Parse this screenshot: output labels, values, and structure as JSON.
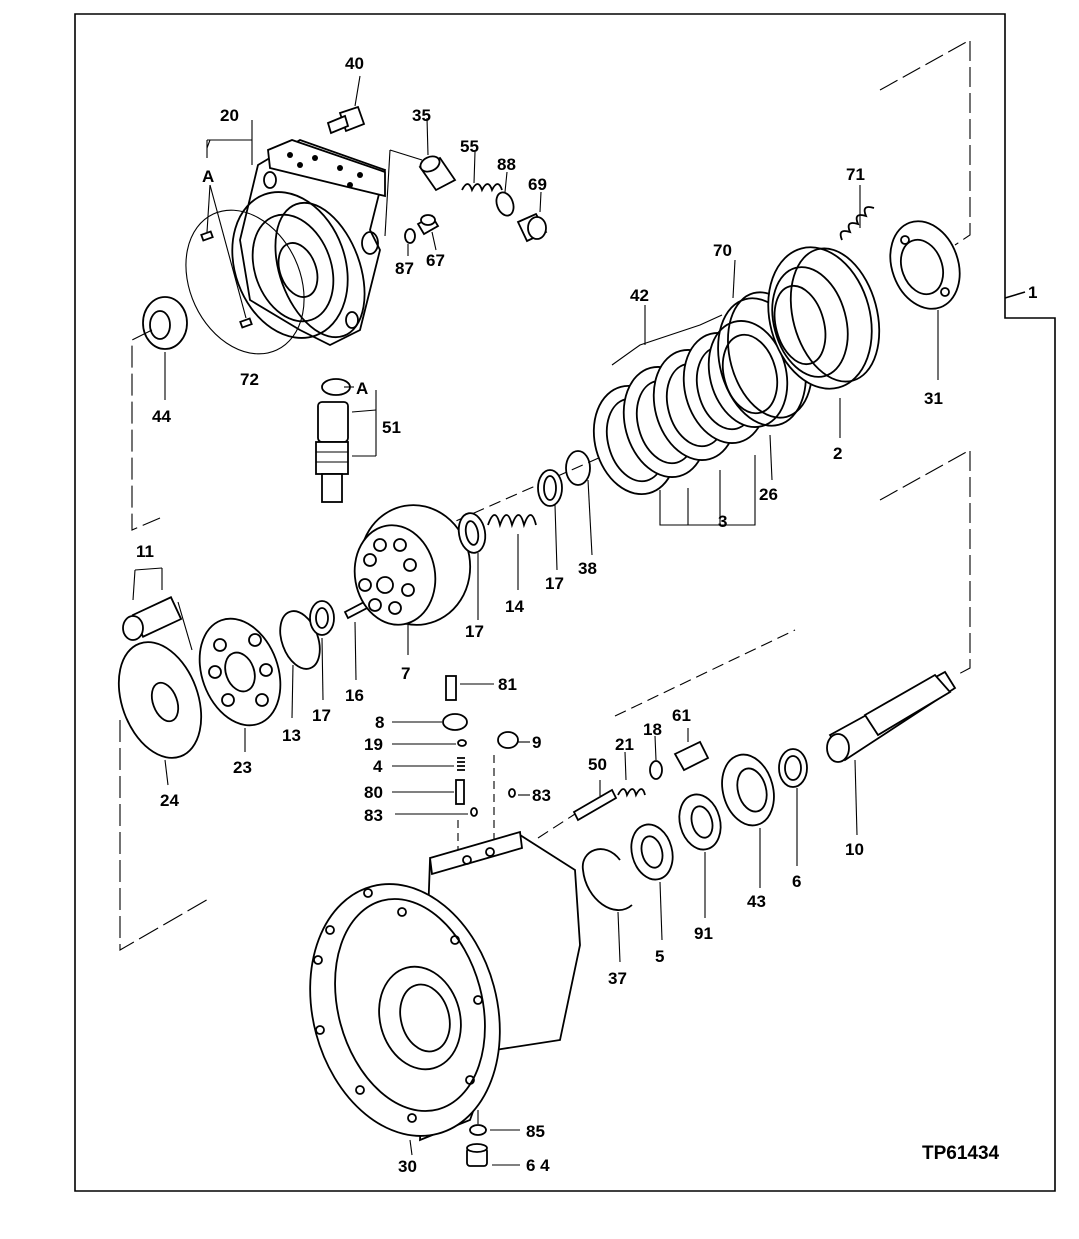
{
  "figure_ref": "TP61434",
  "letter_a": "A",
  "labels": {
    "p1": "1",
    "p2": "2",
    "p3": "3",
    "p4": "4",
    "p5": "5",
    "p6": "6",
    "p7": "7",
    "p8": "8",
    "p9": "9",
    "p10": "10",
    "p11": "11",
    "p13": "13",
    "p14": "14",
    "p16": "16",
    "p17a": "17",
    "p17b": "17",
    "p17c": "17",
    "p18": "18",
    "p19": "19",
    "p20": "20",
    "p21": "21",
    "p23": "23",
    "p24": "24",
    "p26": "26",
    "p30": "30",
    "p31": "31",
    "p35": "35",
    "p37": "37",
    "p38": "38",
    "p40": "40",
    "p42": "42",
    "p43": "43",
    "p44": "44",
    "p50": "50",
    "p51": "51",
    "p55": "55",
    "p61": "61",
    "p64": "6 4",
    "p67": "67",
    "p69": "69",
    "p70": "70",
    "p71": "71",
    "p72": "72",
    "p80": "80",
    "p81": "81",
    "p83a": "83",
    "p83b": "83",
    "p85": "85",
    "p87": "87",
    "p88": "88",
    "p91": "91"
  }
}
